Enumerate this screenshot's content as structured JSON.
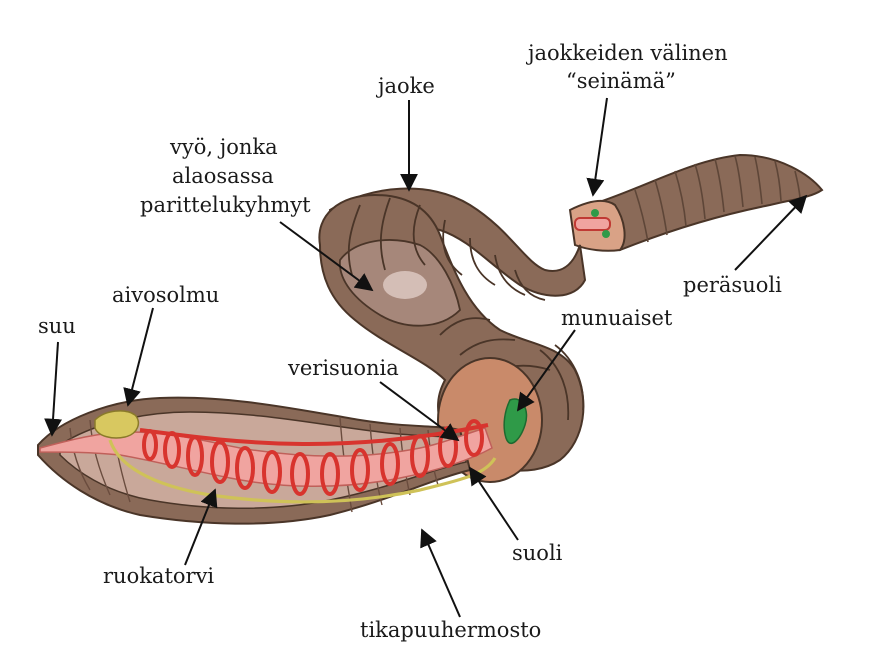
{
  "labels": {
    "segment_wall_1": "jaokkeiden välinen",
    "segment_wall_2": "“seinämä”",
    "segment": "jaoke",
    "clitellum_1": "vyö, jonka",
    "clitellum_2": "alaosassa",
    "clitellum_3": "parittelukyhmyt",
    "anus": "peräsuoli",
    "brain": "aivosolmu",
    "mouth": "suu",
    "nephridia": "munuaiset",
    "blood_vessels": "verisuonia",
    "intestine": "suoli",
    "esophagus": "ruokatorvi",
    "nerve_cord": "tikapuuhermosto"
  },
  "colors": {
    "body": "#8a6a58",
    "body_light": "#a6877a",
    "body_dark": "#5e4638",
    "cut_surface": "#c98a6a",
    "gut": "#f0a4a0",
    "vessel": "#d8342e",
    "nerve": "#cfc258",
    "brain": "#d8c860",
    "nephridia": "#2f9a48"
  }
}
